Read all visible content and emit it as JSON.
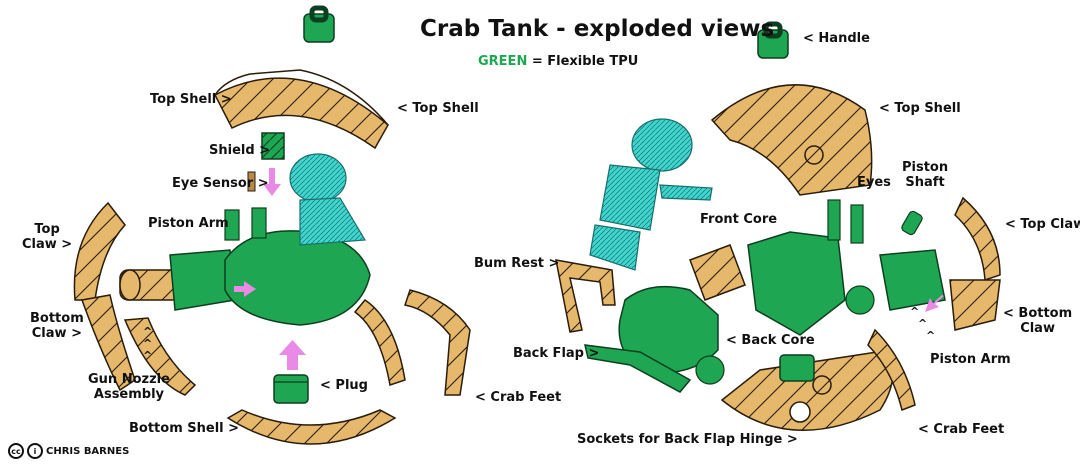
{
  "title": "Crab Tank - exploded views",
  "legend": {
    "key": "GREEN",
    "rest": " = Flexible TPU"
  },
  "credit": {
    "cc": "cc",
    "by": "i",
    "name": "CHRIS BARNES"
  },
  "colors": {
    "tpu_green": "#1fa653",
    "shell_tan": "#e5b86b",
    "figure_cyan": "#3fd6d0",
    "arrow_pink": "#e98ae6"
  },
  "labels": {
    "top_shell_left": "Top Shell >",
    "top_shell_mid": "< Top Shell",
    "shield": "Shield >",
    "eye_sensor": "Eye Sensor >",
    "piston_arm_left": "Piston Arm",
    "top_claw_left": "Top\nClaw >",
    "bottom_claw_left": "Bottom\nClaw >",
    "gun_nozzle": "Gun Nozzle\nAssembly",
    "plug": "< Plug",
    "crab_feet_left": "< Crab Feet",
    "bottom_shell": "Bottom Shell >",
    "handle": "< Handle",
    "top_shell_right": "< Top Shell",
    "piston_shaft": "Piston\nShaft",
    "eyes": "Eyes",
    "front_core": "Front Core",
    "top_claw_right": "< Top Claw",
    "bum_rest": "Bum Rest >",
    "bottom_claw_right": "< Bottom\nClaw",
    "back_flap": "Back Flap >",
    "back_core": "< Back Core",
    "piston_arm_right": "Piston Arm",
    "sockets": "Sockets for Back Flap Hinge >",
    "crab_feet_right": "< Crab Feet"
  }
}
